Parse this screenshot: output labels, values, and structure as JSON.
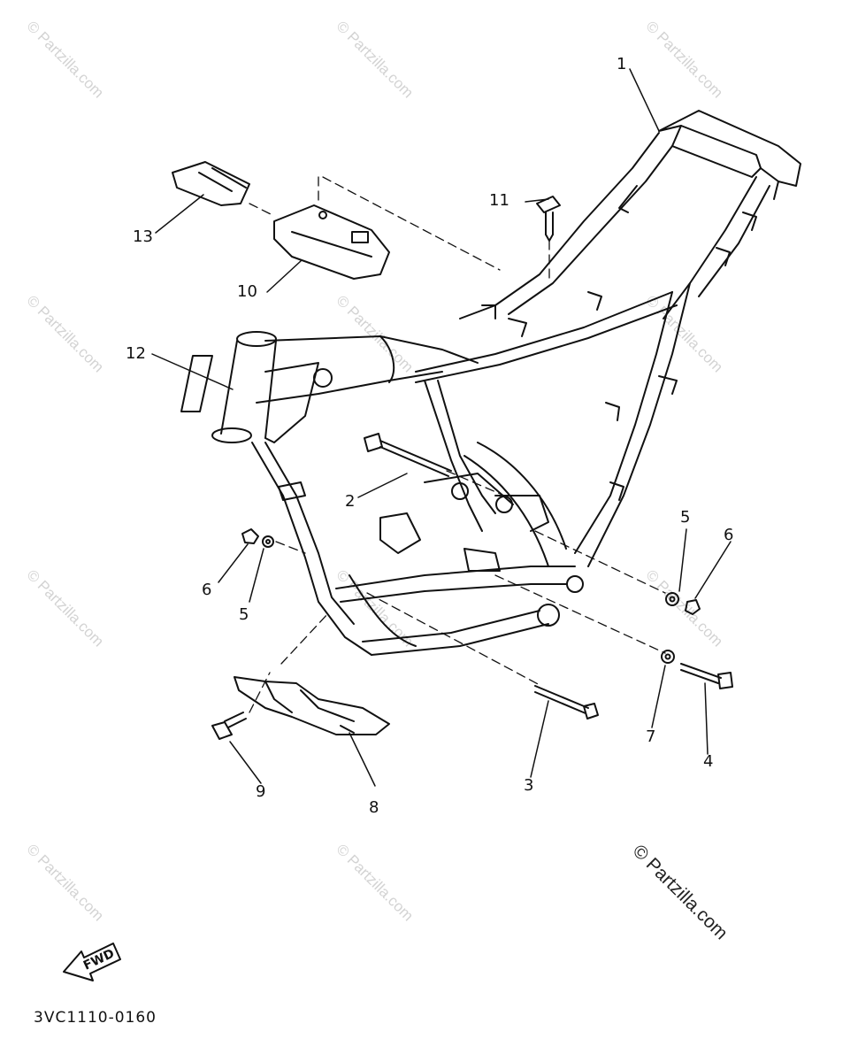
{
  "callouts": {
    "c1": "1",
    "c2": "2",
    "c3": "3",
    "c4": "4",
    "c5a": "5",
    "c5b": "5",
    "c6a": "6",
    "c6b": "6",
    "c7": "7",
    "c8": "8",
    "c9": "9",
    "c10": "10",
    "c11": "11",
    "c12": "12",
    "c13": "13"
  },
  "fwd_label": "FWD",
  "part_code": "3VC1110-0160",
  "watermark_small": "© Partzilla.com",
  "watermark_large": "© Partzilla.com",
  "colors": {
    "line": "#111111",
    "background": "#ffffff",
    "watermark": "#d3d3d3"
  }
}
